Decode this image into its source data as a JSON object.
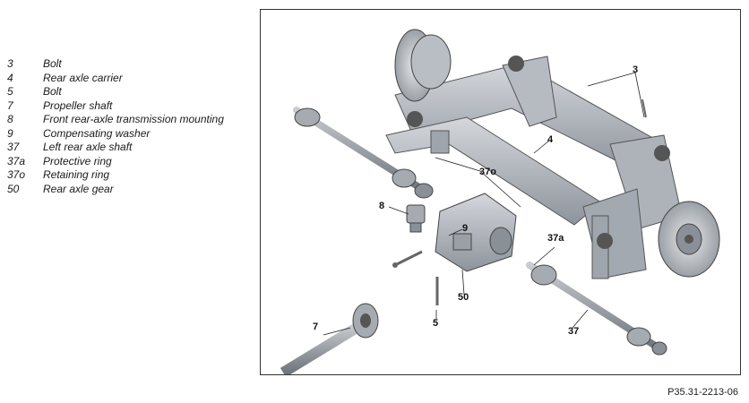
{
  "legend": [
    {
      "num": "3",
      "desc": "Bolt"
    },
    {
      "num": "4",
      "desc": "Rear axle carrier"
    },
    {
      "num": "5",
      "desc": "Bolt"
    },
    {
      "num": "7",
      "desc": "Propeller shaft"
    },
    {
      "num": "8",
      "desc": "Front rear-axle transmission mounting"
    },
    {
      "num": "9",
      "desc": "Compensating washer"
    },
    {
      "num": "37",
      "desc": "Left rear axle shaft"
    },
    {
      "num": "37a",
      "desc": "Protective ring"
    },
    {
      "num": "37o",
      "desc": "Retaining ring"
    },
    {
      "num": "50",
      "desc": "Rear axle gear"
    }
  ],
  "callouts": {
    "c3": "3",
    "c4": "4",
    "c37o": "37o",
    "c8": "8",
    "c9": "9",
    "c37a": "37a",
    "c50": "50",
    "c5": "5",
    "c7": "7",
    "c37": "37"
  },
  "figure_code": "P35.31-2213-06"
}
